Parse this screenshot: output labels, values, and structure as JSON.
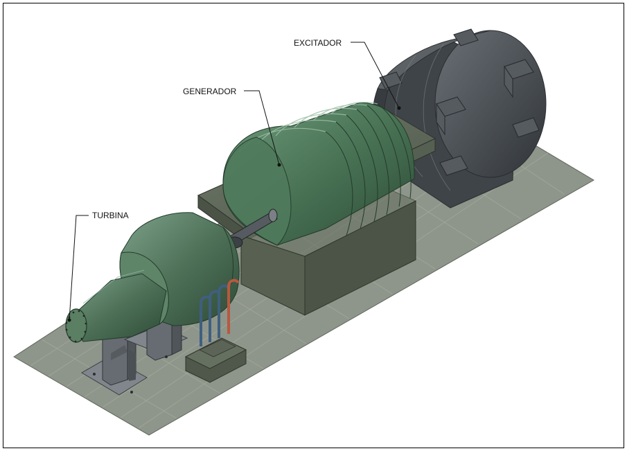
{
  "labels": {
    "turbine": "TURBINA",
    "generator": "GENERADOR",
    "exciter": "EXCITADOR"
  },
  "colors": {
    "frame": "#000000",
    "floor": "#8e958a",
    "floor_grid": "#a7ad9f",
    "concrete": "#5b6456",
    "turbine_green": "#4e7158",
    "generator_green": "#466f52",
    "exciter_gray": "#4d5257",
    "steel": "#6c727a",
    "pipe_blue": "#3f5f7f",
    "pipe_red": "#b8583e",
    "leader": "#111111"
  },
  "icons": [
    "turbine-icon",
    "generator-icon",
    "exciter-icon",
    "pipe-icon",
    "support-stand-icon"
  ]
}
